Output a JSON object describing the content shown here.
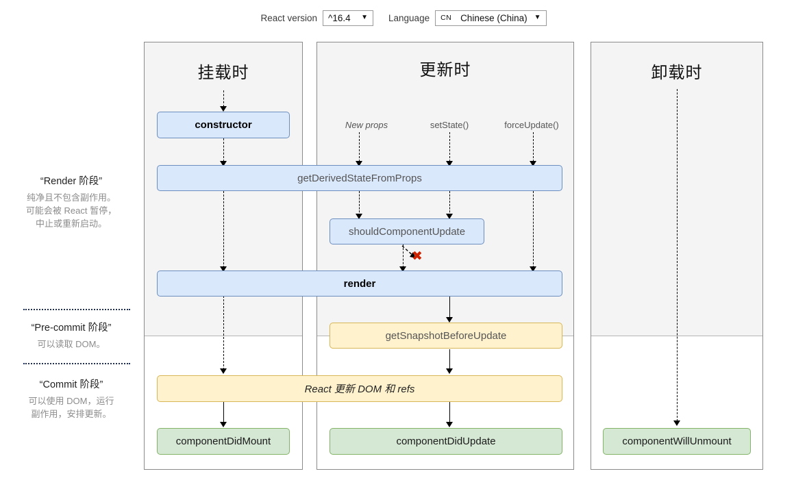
{
  "toolbar": {
    "version_label": "React version",
    "version_value": "^16.4",
    "language_label": "Language",
    "language_code": "CN",
    "language_value": "Chinese (China)",
    "caret_icon": "▼"
  },
  "phases": [
    {
      "title": "“Render 阶段”",
      "lines": [
        "纯净且不包含副作用。",
        "可能会被 React 暂停，",
        "中止或重新启动。"
      ]
    },
    {
      "title": "“Pre-commit 阶段”",
      "lines": [
        "可以读取 DOM。"
      ]
    },
    {
      "title": "“Commit 阶段”",
      "lines": [
        "可以使用 DOM，运行",
        "副作用，安排更新。"
      ]
    }
  ],
  "columns": {
    "mounting": "挂载时",
    "updating": "更新时",
    "unmounting": "卸载时"
  },
  "triggers": [
    {
      "label": "New props",
      "style": "italic"
    },
    {
      "label": "setState()",
      "style": "normal"
    },
    {
      "label": "forceUpdate()",
      "style": "normal"
    }
  ],
  "nodes": {
    "constructor": "constructor",
    "get_derived_state_from_props": "getDerivedStateFromProps",
    "should_component_update": "shouldComponentUpdate",
    "render": "render",
    "get_snapshot_before_update": "getSnapshotBeforeUpdate",
    "react_updates_dom": "React 更新 DOM 和 refs",
    "component_did_mount": "componentDidMount",
    "component_did_update": "componentDidUpdate",
    "component_will_unmount": "componentWillUnmount"
  },
  "markers": {
    "skip_render_x": "✖"
  },
  "colors": {
    "blue_fill": "#dae8fc",
    "blue_border": "#6c8ebf",
    "orange_fill": "#fff2cc",
    "orange_border": "#d6b656",
    "green_fill": "#d5e8d4",
    "green_border": "#82b366",
    "panel_shade": "#f4f4f4",
    "x_mark": "#cc2200"
  }
}
